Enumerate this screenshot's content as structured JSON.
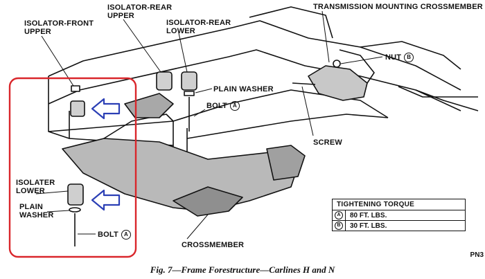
{
  "labels": {
    "isolator_front_upper": [
      "ISOLATOR-FRONT",
      "UPPER"
    ],
    "isolator_rear_upper": [
      "ISOLATOR-REAR",
      "UPPER"
    ],
    "isolator_rear_lower": [
      "ISOLATOR-REAR",
      "LOWER"
    ],
    "transmission_crossmember": "TRANSMISSION MOUNTING CROSSMEMBER",
    "nut": "NUT",
    "nut_ref": "B",
    "plain_washer_rear": "PLAIN WASHER",
    "bolt_rear": "BOLT",
    "bolt_rear_ref": "A",
    "screw": "SCREW",
    "isolater_lower": [
      "ISOLATER",
      "LOWER"
    ],
    "plain_washer_front": [
      "PLAIN",
      "WASHER"
    ],
    "bolt_front": "BOLT",
    "bolt_front_ref": "A",
    "crossmember": "CROSSMEMBER"
  },
  "torque_table": {
    "title": "TIGHTENING TORQUE",
    "rows": [
      {
        "key": "A",
        "value": "80 FT. LBS."
      },
      {
        "key": "B",
        "value": "30 FT. LBS."
      }
    ]
  },
  "caption": "Fig. 7—Frame Forestructure—Carlines H and N",
  "part_number": "PN3",
  "colors": {
    "highlight_box": "#d9262b",
    "arrow": "#2b3fb5",
    "line_art": "#111111",
    "shading": "#9a9a9a"
  }
}
